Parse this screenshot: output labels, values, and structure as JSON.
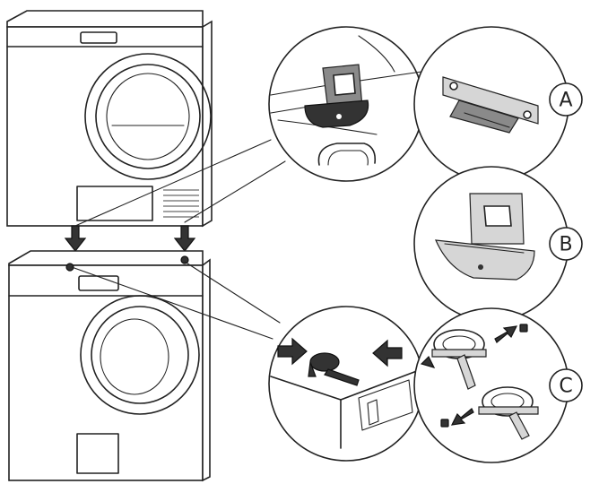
{
  "callouts": [
    {
      "id": "A",
      "letter": "A"
    },
    {
      "id": "B",
      "letter": "B"
    },
    {
      "id": "C",
      "letter": "C"
    }
  ],
  "colors": {
    "line": "#222222",
    "part_dark": "#333333",
    "part_mid": "#8a8a8a",
    "background": "#ffffff"
  },
  "icons": [
    "down-arrow-icon",
    "right-arrow-icon",
    "left-arrow-icon"
  ]
}
